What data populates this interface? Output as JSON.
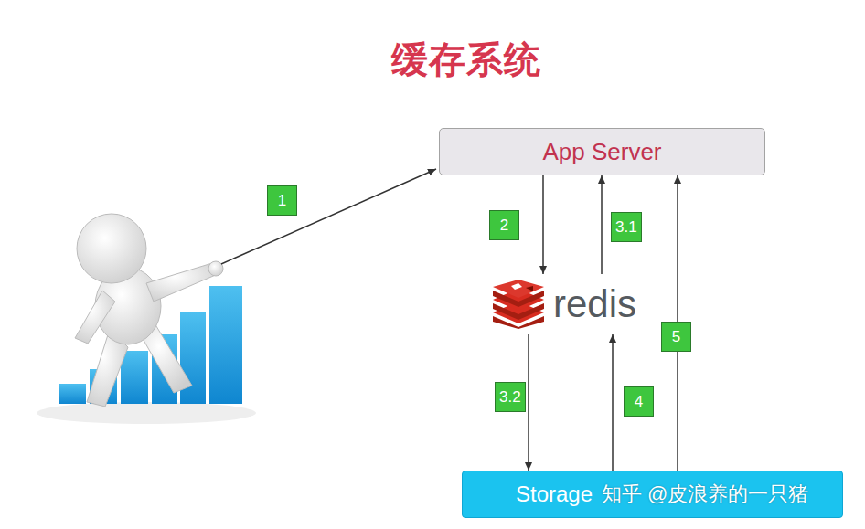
{
  "diagram": {
    "title": "缓存系统",
    "nodes": [
      {
        "text": [
          "App Server"
        ]
      },
      {
        "text": [
          "redis"
        ]
      },
      {
        "text": [
          "Storage"
        ]
      }
    ],
    "edges": [
      {
        "from": 0,
        "to": 1,
        "arrow": "to",
        "label": "2"
      },
      {
        "from": 1,
        "to": 0,
        "arrow": "to",
        "label": "3.1"
      },
      {
        "from": 1,
        "to": 2,
        "arrow": "to",
        "label": "3.2"
      },
      {
        "from": 2,
        "to": 1,
        "arrow": "to",
        "label": "4"
      },
      {
        "from": 2,
        "to": 0,
        "arrow": "to",
        "label": "5"
      }
    ],
    "labels": [
      "1",
      "知乎 @皮浪养的一只猪"
    ]
  }
}
